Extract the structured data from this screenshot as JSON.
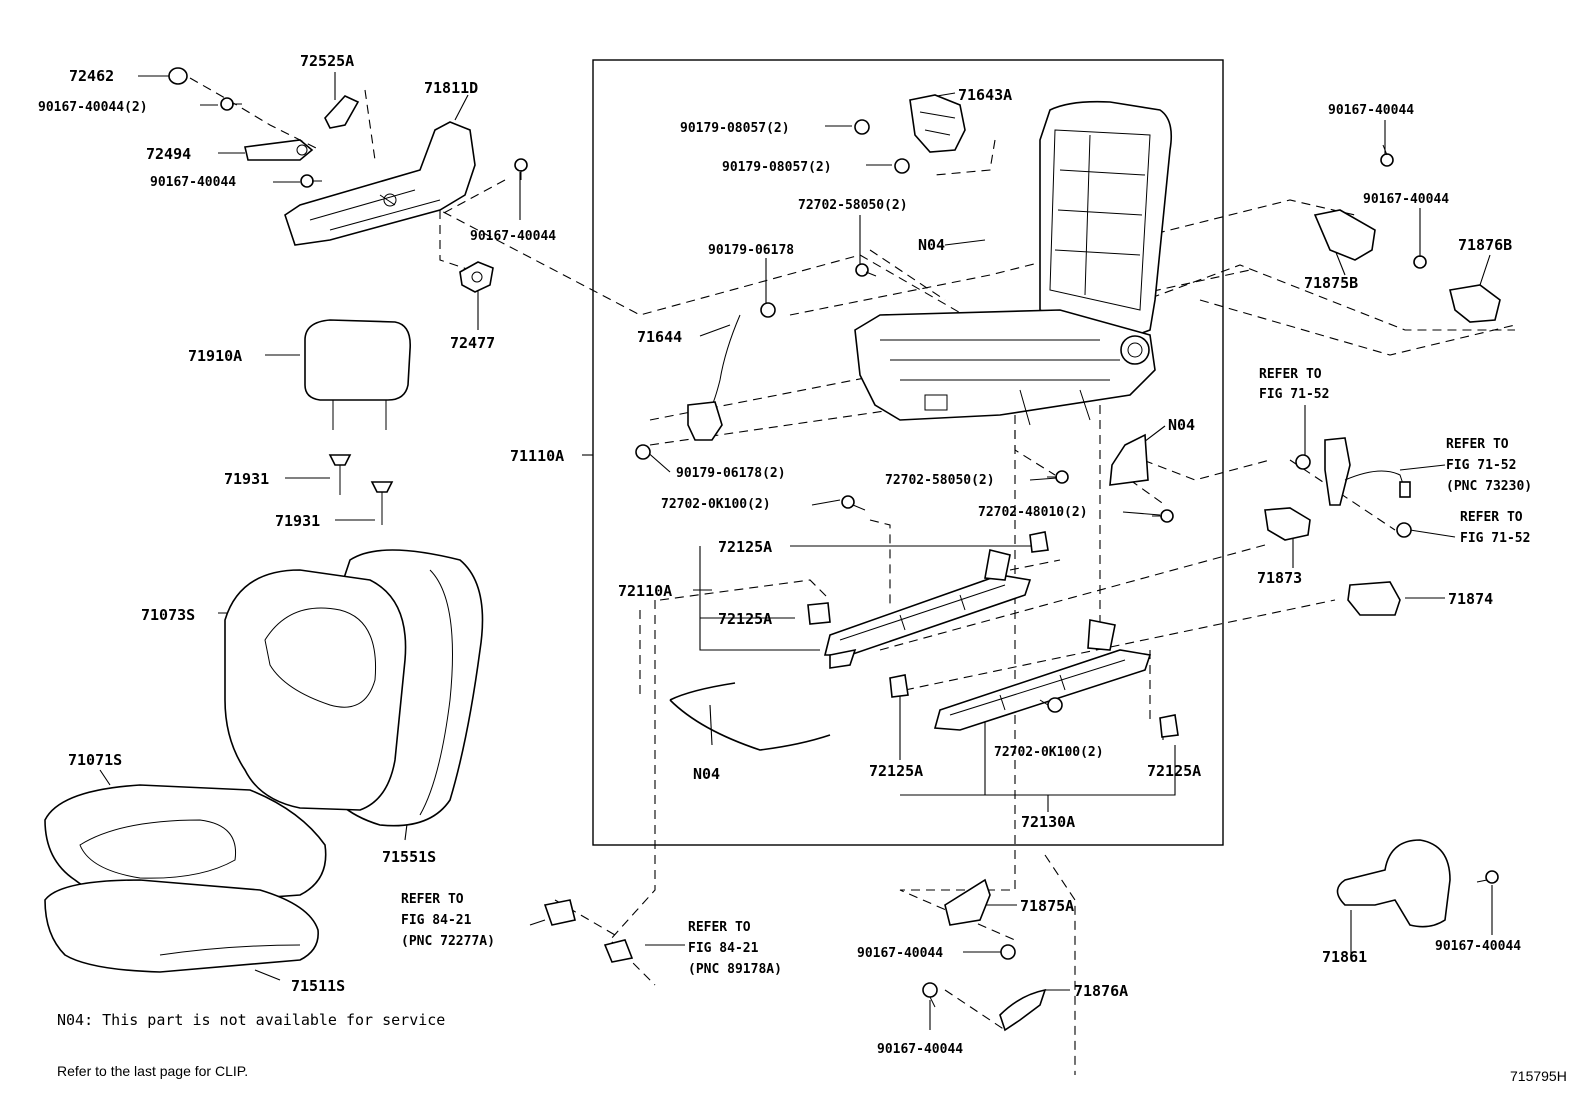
{
  "labels": {
    "p72462": "72462",
    "p72525A": "72525A",
    "p71811D": "71811D",
    "p90167_40044_2": "90167-40044(2)",
    "p72494": "72494",
    "p90167_40044_a": "90167-40044",
    "p90167_40044_b": "90167-40044",
    "p72477": "72477",
    "p71910A": "71910A",
    "p71931_a": "71931",
    "p71931_b": "71931",
    "p71073S": "71073S",
    "p71071S": "71071S",
    "p71551S": "71551S",
    "p71511S": "71511S",
    "p71110A": "71110A",
    "p71643A": "71643A",
    "p90179_08057_2a": "90179-08057(2)",
    "p90179_08057_2b": "90179-08057(2)",
    "p72702_58050_2a": "72702-58050(2)",
    "p90179_06178": "90179-06178",
    "p71644": "71644",
    "pN04_a": "N04",
    "pN04_b": "N04",
    "pN04_c": "N04",
    "p90179_06178_2": "90179-06178(2)",
    "p72702_58050_2b": "72702-58050(2)",
    "p72702_0K100_2a": "72702-0K100(2)",
    "p72702_48010_2": "72702-48010(2)",
    "p72125A_a": "72125A",
    "p72110A": "72110A",
    "p72125A_b": "72125A",
    "p72702_0K100_2b": "72702-0K100(2)",
    "p72125A_c": "72125A",
    "p72125A_d": "72125A",
    "p72130A": "72130A",
    "p90167_40044_c": "90167-40044",
    "p90167_40044_d": "90167-40044",
    "p71875B": "71875B",
    "p71876B": "71876B",
    "p71873": "71873",
    "p71874": "71874",
    "p71875A": "71875A",
    "p90167_40044_e": "90167-40044",
    "p71876A": "71876A",
    "p90167_40044_f": "90167-40044",
    "p71861": "71861",
    "p90167_40044_g": "90167-40044"
  },
  "refs": {
    "r1_l1": "REFER TO",
    "r1_l2": "FIG 71-52",
    "r2_l1": "REFER TO",
    "r2_l2": "FIG 71-52",
    "r2_l3": "(PNC 73230)",
    "r3_l1": "REFER TO",
    "r3_l2": "FIG 71-52",
    "r4_l1": "REFER TO",
    "r4_l2": "FIG 84-21",
    "r4_l3": "(PNC 72277A)",
    "r5_l1": "REFER TO",
    "r5_l2": "FIG 84-21",
    "r5_l3": "(PNC 89178A)"
  },
  "notes": {
    "n04_note": "N04: This part is not available for service",
    "clip_note": "Refer to the last page for CLIP.",
    "figure_id": "715795H"
  }
}
